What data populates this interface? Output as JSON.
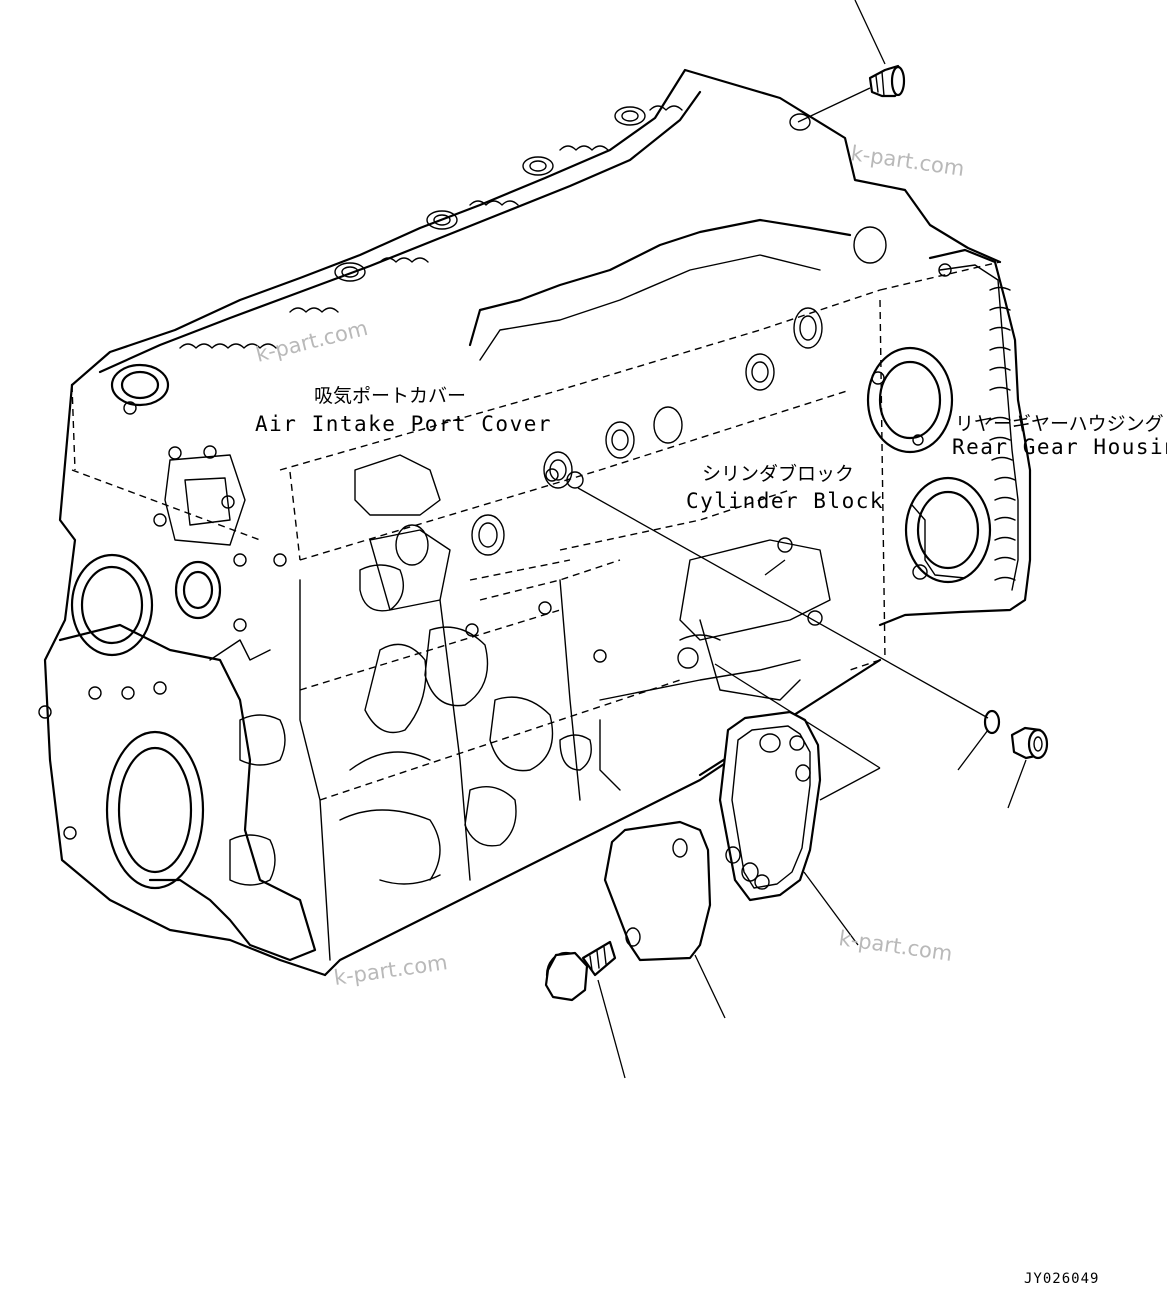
{
  "labels": {
    "intake_cover_jp": "吸気ポートカバー",
    "intake_cover_en": "Air Intake Port Cover",
    "cylinder_block_jp": "シリンダブロック",
    "cylinder_block_en": "Cylinder Block",
    "rear_gear_housing_jp": "リヤーギヤーハウジング",
    "rear_gear_housing_en": "Rear Gear Housing"
  },
  "watermarks": [
    "k-part.com",
    "k-part.com",
    "k-part.com",
    "k-part.com"
  ],
  "figure_code": "JY026049",
  "icons": [
    "engine-block-drawing",
    "plug-part",
    "o-ring-part",
    "drain-plug-part",
    "cover-plate-part",
    "gasket-part",
    "flange-bolt-part"
  ]
}
